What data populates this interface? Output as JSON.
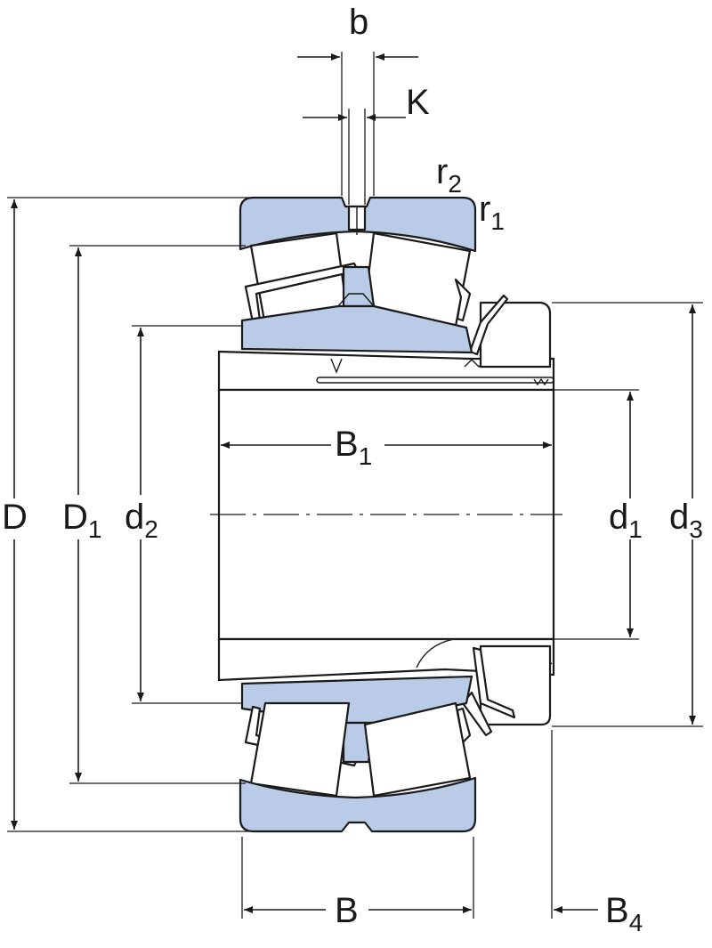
{
  "diagram": {
    "labels": {
      "b": "b",
      "K": "K",
      "r2": {
        "main": "r",
        "sub": "2"
      },
      "r1": {
        "main": "r",
        "sub": "1"
      },
      "D": "D",
      "D1": {
        "main": "D",
        "sub": "1"
      },
      "d2": {
        "main": "d",
        "sub": "2"
      },
      "B1": {
        "main": "B",
        "sub": "1"
      },
      "d1": {
        "main": "d",
        "sub": "1"
      },
      "d3": {
        "main": "d",
        "sub": "3"
      },
      "B": "B",
      "B4": {
        "main": "B",
        "sub": "4"
      }
    },
    "colors": {
      "part_fill": "#b9cbe6",
      "line": "#1a1a1a",
      "background": "#ffffff"
    }
  }
}
